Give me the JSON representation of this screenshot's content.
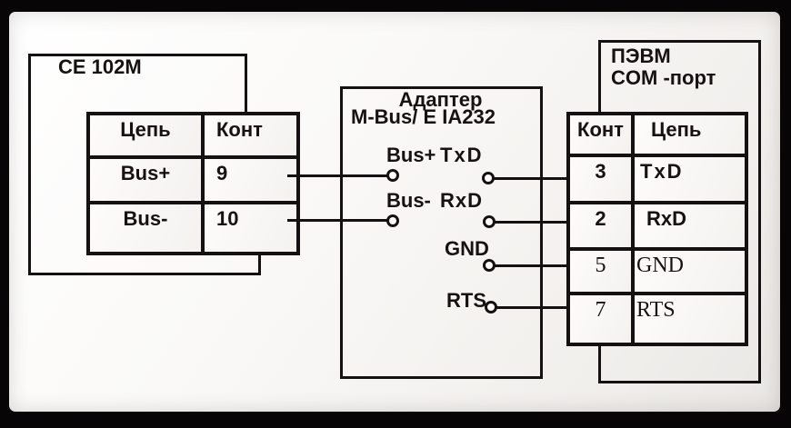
{
  "ce_meter": {
    "title": "CE 102M",
    "table": {
      "headers": [
        "Цепь",
        "Конт"
      ],
      "rows": [
        [
          "Bus+",
          "9"
        ],
        [
          "Bus-",
          "10"
        ]
      ]
    }
  },
  "adapter": {
    "title": "Адаптер",
    "subtitle": "M-Bus/ E IA232",
    "left_pins": [
      "Bus+",
      "Bus-"
    ],
    "right_pins": [
      "TxD",
      "RxD",
      "GND",
      "RTS"
    ]
  },
  "pc": {
    "title": "ПЭВМ",
    "subtitle": "COM -порт",
    "table": {
      "headers": [
        "Конт",
        "Цепь"
      ],
      "rows": [
        [
          "3",
          "TxD"
        ],
        [
          "2",
          "RxD"
        ],
        [
          "5",
          "GND"
        ],
        [
          "7",
          "RTS"
        ]
      ]
    }
  },
  "colors": {
    "line": "#151011",
    "paper": "#f7f5f2",
    "frame": "#070505"
  }
}
